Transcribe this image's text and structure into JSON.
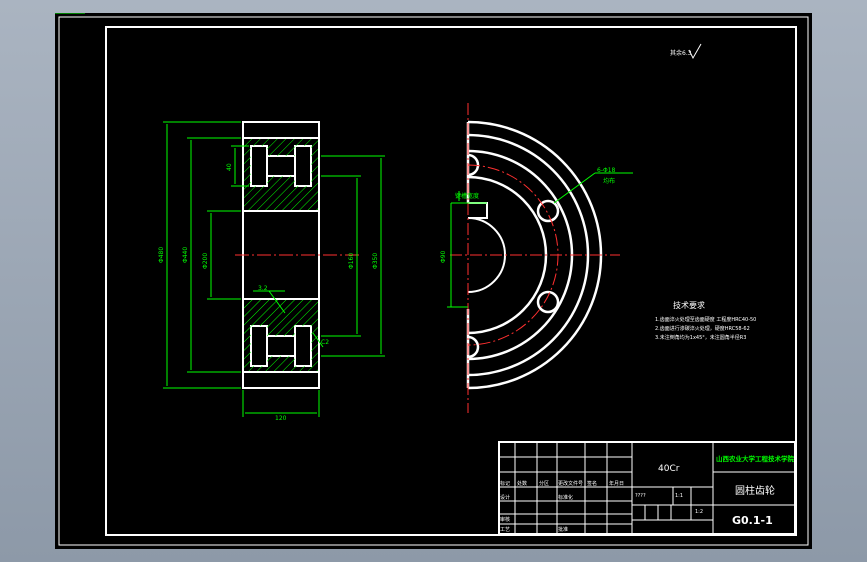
{
  "title_block": {
    "school": "山西农业大学工程技术学院",
    "material": "40Cr",
    "part_name": "圆柱齿轮",
    "drawing_no": "G0.1-1",
    "scale": "1:1",
    "sheet": "1:2",
    "row_labels": [
      "标记",
      "处数",
      "分区",
      "更改文件号",
      "签名",
      "年月日"
    ],
    "design_label": "设计",
    "design_name": "标准化",
    "review_label": "审核",
    "process_label": "工艺",
    "approve_label": "批准",
    "placeholder": "????"
  },
  "notes": {
    "heading": "技术要求",
    "lines": [
      "1.齿面淬火处理至齿面硬度 工程度HRC40-50",
      "2.齿面进行渗碳淬火处理，硬度HRC58-62",
      "3.未注倒角均为1x45°，未注圆角半径R3"
    ]
  },
  "roughness_mark": "其余6.3",
  "hole_callout": [
    "6-Φ18",
    "均布"
  ],
  "keyway_label": "键槽宽度",
  "dims": {
    "d1": "Φ480",
    "d2": "Φ440",
    "d3": "Φ350",
    "d4": "Φ200",
    "d5": "Φ160",
    "d6": "Φ90",
    "width": "120",
    "rim": "40",
    "chamfer": "C2",
    "section": "3.2",
    "bore_width": "120"
  },
  "colors": {
    "line": "#ffffff",
    "dim": "#00ff00",
    "center": "#ff3030",
    "hatch": "#00ff00"
  }
}
